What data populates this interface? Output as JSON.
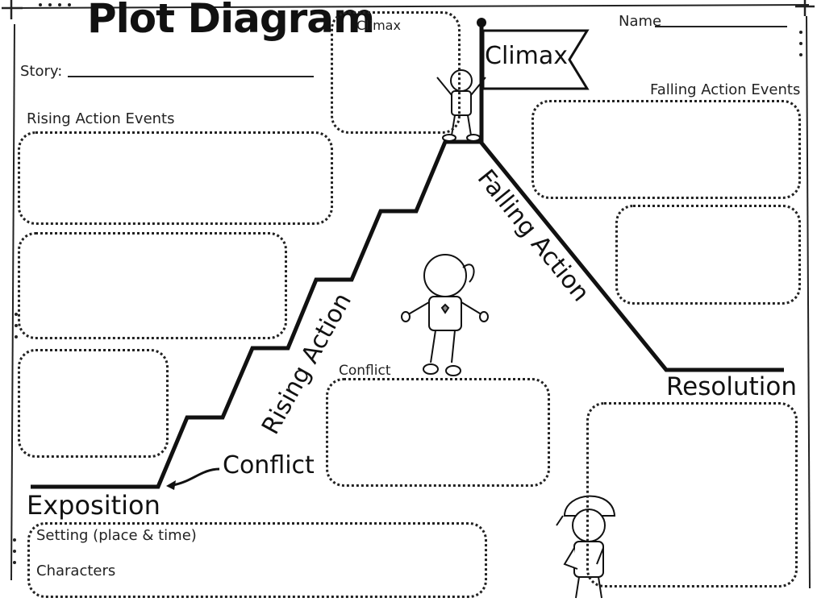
{
  "header": {
    "title": "Plot Diagram",
    "name_label": "Name",
    "story_label": "Story:"
  },
  "sections": {
    "climax_box_label": "Climax",
    "climax_flag": "Climax",
    "rising_events_label": "Rising Action Events",
    "falling_events_label": "Falling Action Events",
    "conflict_box_label": "Conflict",
    "conflict_arrow_label": "Conflict",
    "exposition": "Exposition",
    "setting_label": "Setting (place & time)",
    "characters_label": "Characters",
    "resolution": "Resolution",
    "rising_action": "Rising Action",
    "falling_action": "Falling Action"
  }
}
